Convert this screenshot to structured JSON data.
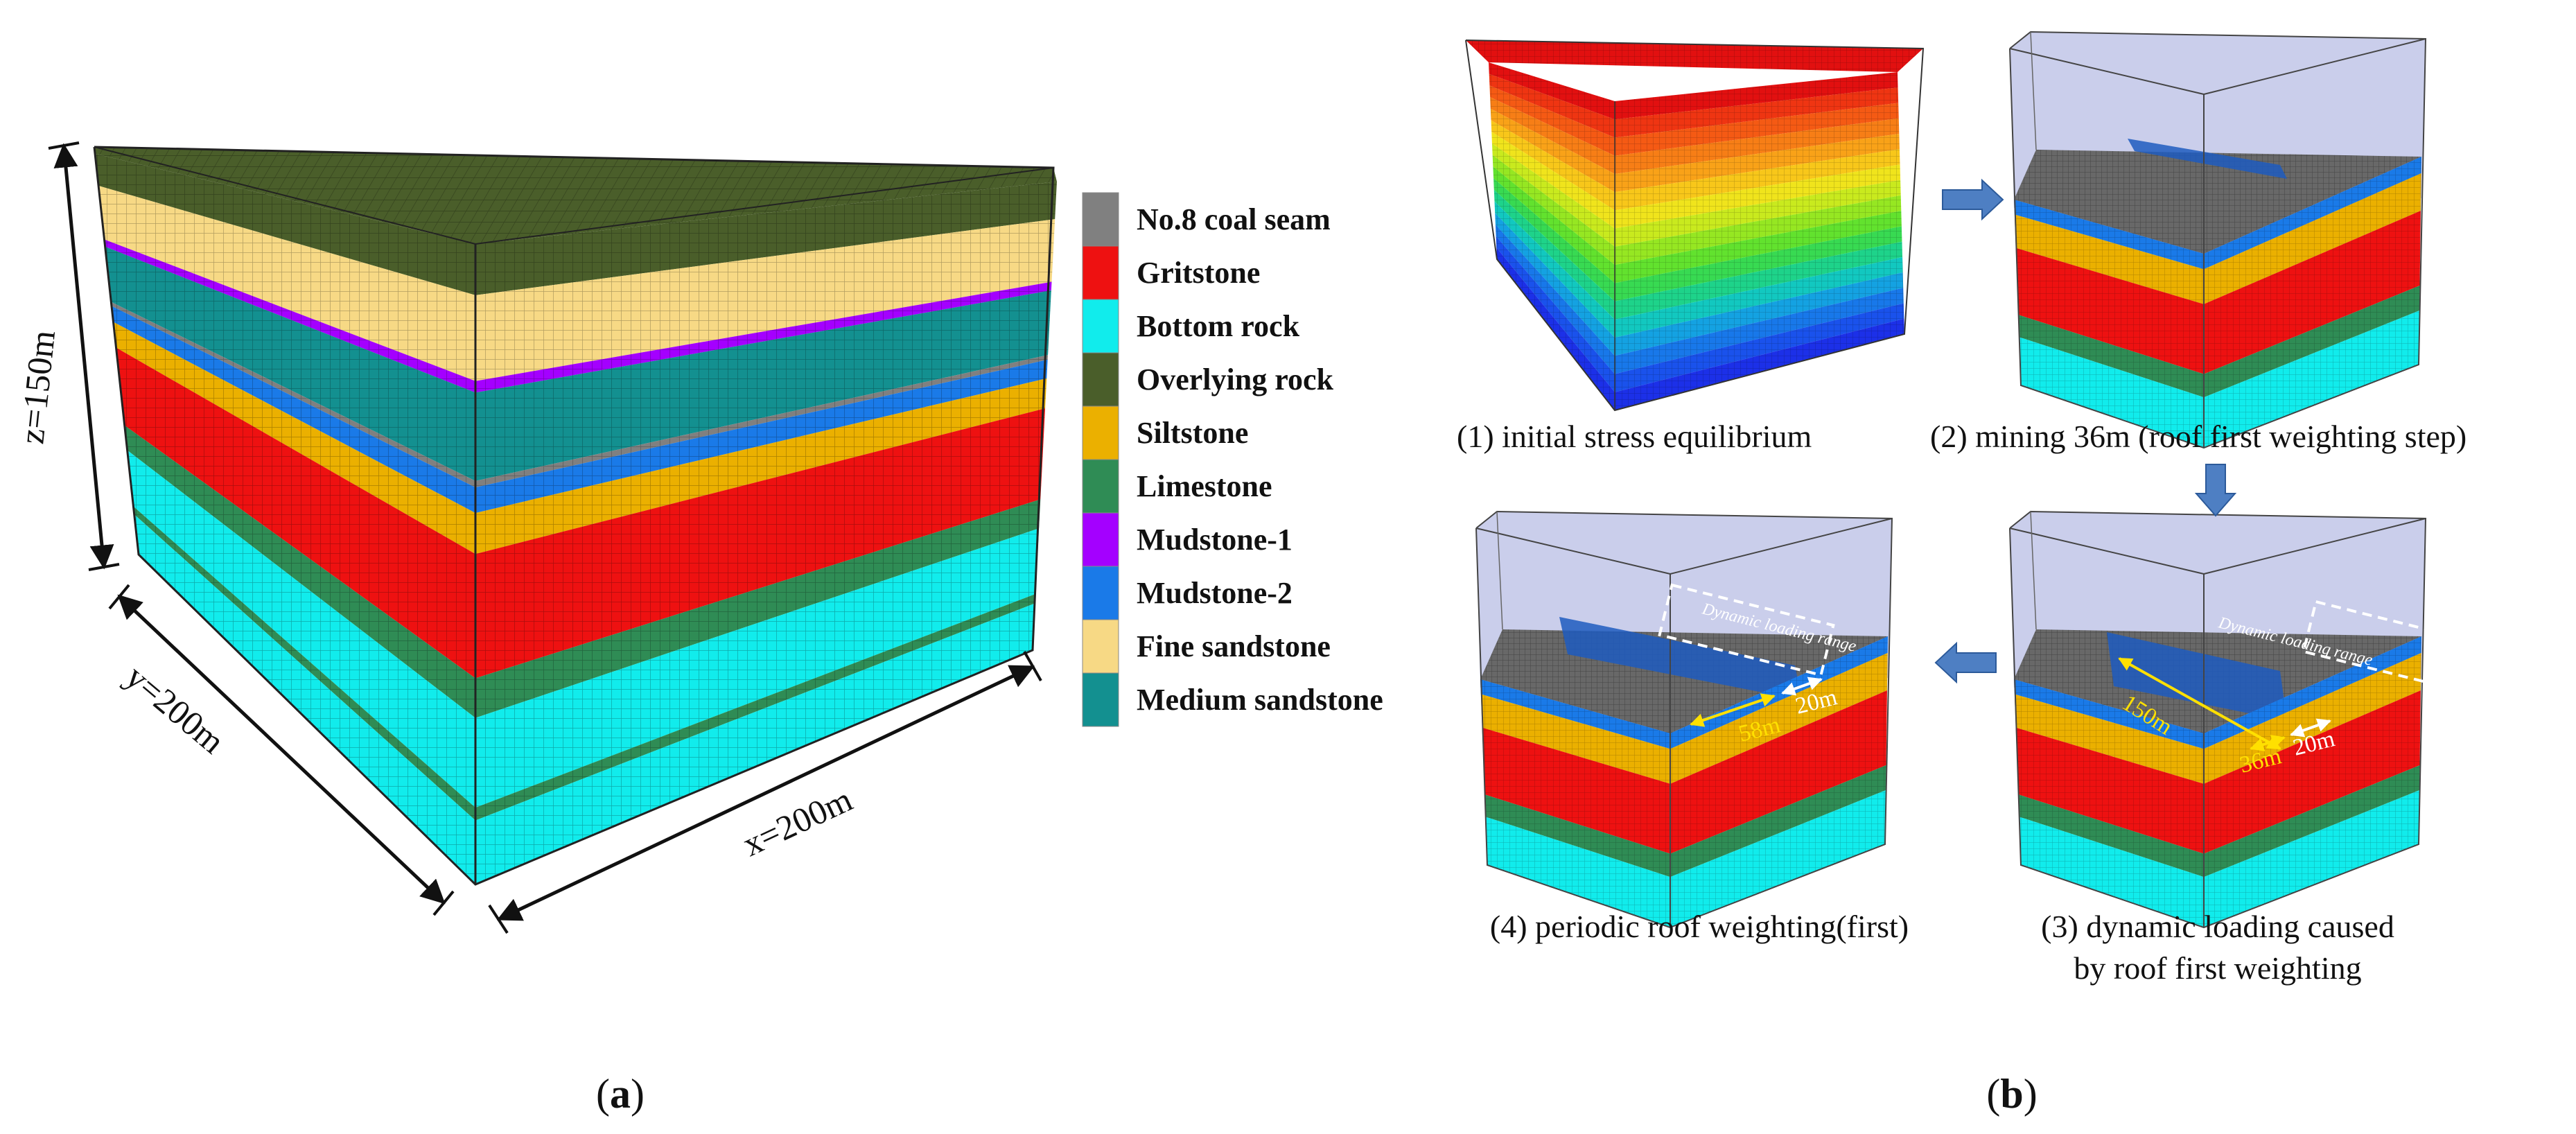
{
  "panel_a": {
    "label_letter": "a",
    "dims": {
      "z": "z=150m",
      "y": "y=200m",
      "x": "x=200m"
    },
    "legend": [
      {
        "label": "No.8 coal seam",
        "color": "#808080"
      },
      {
        "label": "Gritstone",
        "color": "#ee1111"
      },
      {
        "label": "Bottom rock",
        "color": "#11ecec"
      },
      {
        "label": "Overlying rock",
        "color": "#4a5e2a"
      },
      {
        "label": "Siltstone",
        "color": "#ebb000"
      },
      {
        "label": "Limestone",
        "color": "#2f8c55"
      },
      {
        "label": "Mudstone-1",
        "color": "#a400ff"
      },
      {
        "label": "Mudstone-2",
        "color": "#1a7ae8"
      },
      {
        "label": "Fine sandstone",
        "color": "#f7d985"
      },
      {
        "label": "Medium sandstone",
        "color": "#139090"
      }
    ]
  },
  "panel_b": {
    "label_letter": "b",
    "captions": {
      "step1": "(1) initial stress equilibrium",
      "step2": "(2) mining 36m (roof first weighting step)",
      "step3_line1": "(3) dynamic loading caused",
      "step3_line2": "by roof first weighting",
      "step4": "(4) periodic roof weighting(first)"
    },
    "annotations": {
      "range_label": "Dynamic loading range",
      "step3_length": "150m",
      "step3_mined": "36m",
      "step3_range": "20m",
      "step4_mined": "58m",
      "step4_range": "20m"
    }
  },
  "colors": {
    "arrow": "#4e7fc3",
    "annotation_yellow": "#ffe000",
    "annotation_white": "#ffffff"
  }
}
